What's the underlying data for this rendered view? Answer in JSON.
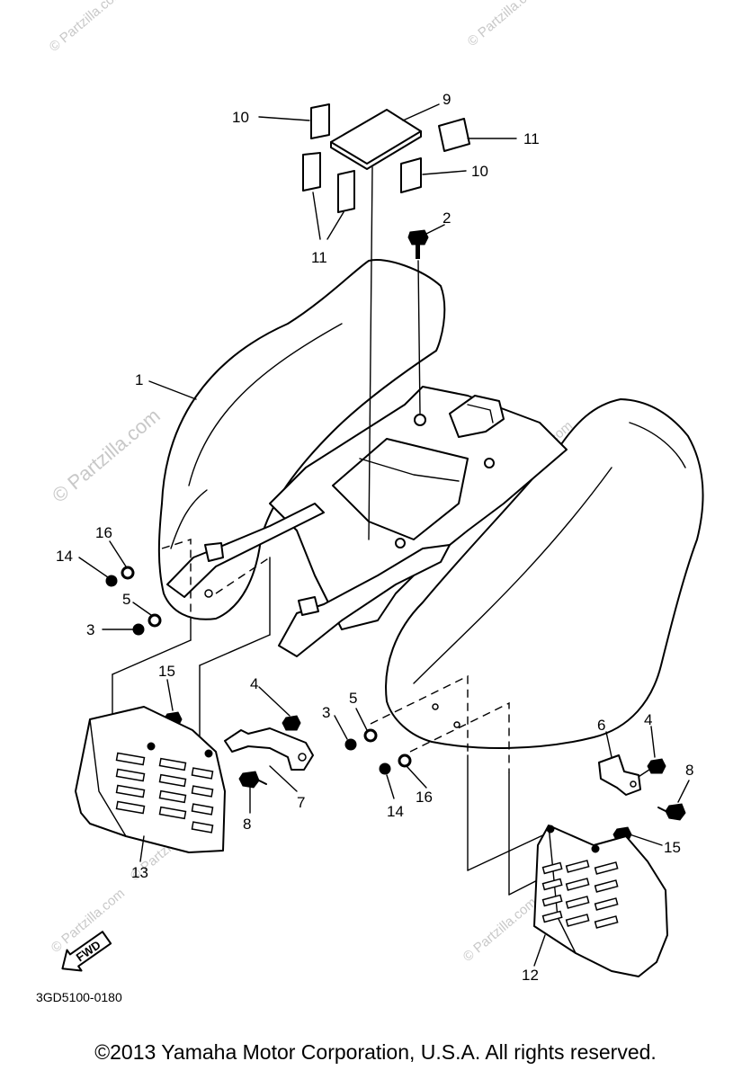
{
  "diagram": {
    "code": "3GD5100-0180",
    "fwd_label": "FWD",
    "watermark": "© Partzilla.com",
    "copyright": "©2013 Yamaha Motor Corporation, U.S.A. All rights reserved."
  },
  "callouts": {
    "c1": "1",
    "c2": "2",
    "c3a": "3",
    "c3b": "3",
    "c4a": "4",
    "c4b": "4",
    "c5a": "5",
    "c5b": "5",
    "c6": "6",
    "c7": "7",
    "c8a": "8",
    "c8b": "8",
    "c9": "9",
    "c10a": "10",
    "c10b": "10",
    "c11a": "11",
    "c11b": "11",
    "c12": "12",
    "c13": "13",
    "c14a": "14",
    "c14b": "14",
    "c15a": "15",
    "c15b": "15",
    "c16a": "16",
    "c16b": "16"
  }
}
